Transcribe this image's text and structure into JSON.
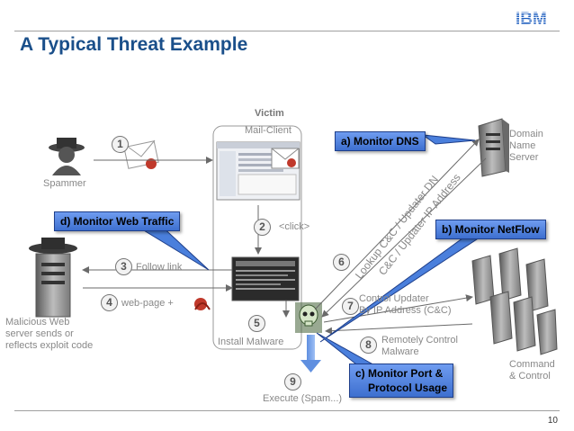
{
  "slide": {
    "title": "A Typical Threat Example",
    "page_number": "10",
    "logo_text": "IBM"
  },
  "nodes": {
    "victim": "Victim",
    "mail_client": "Mail-Client",
    "spammer": "Spammer",
    "domain_name_server": [
      "Domain",
      "Name",
      "Server"
    ],
    "malicious_web_server": [
      "Malicious Web",
      "server sends or",
      "reflects exploit code"
    ],
    "command_control": [
      "Command",
      "& Control"
    ]
  },
  "steps": [
    {
      "number": "1",
      "label": ""
    },
    {
      "number": "2",
      "label": "<click>"
    },
    {
      "number": "3",
      "label": "Follow link"
    },
    {
      "number": "4",
      "label": "web-page +"
    },
    {
      "number": "5",
      "label": "Install Malware"
    },
    {
      "number": "6",
      "label": ""
    },
    {
      "number": "7",
      "label": [
        "Control Updater",
        "By IP Address (C&C)"
      ]
    },
    {
      "number": "8",
      "label": [
        "Remotely Control",
        "Malware"
      ]
    },
    {
      "number": "9",
      "label": "Execute (Spam...)"
    }
  ],
  "diagonal_labels": {
    "lookup": "Lookup C&C / Updater DN",
    "ip_address": "C&C / Updater IP Address"
  },
  "callouts": {
    "monitor_dns": "a) Monitor DNS",
    "monitor_netflow": "b) Monitor NetFlow",
    "monitor_port": [
      "c) Monitor Port &",
      "Protocol Usage"
    ],
    "monitor_web": "d) Monitor Web Traffic"
  },
  "colors": {
    "title": "#1a4f8a",
    "callout_fill": "#4a7fdc",
    "arrow": "#6a6a6a",
    "logo": "#1f5fbf"
  }
}
